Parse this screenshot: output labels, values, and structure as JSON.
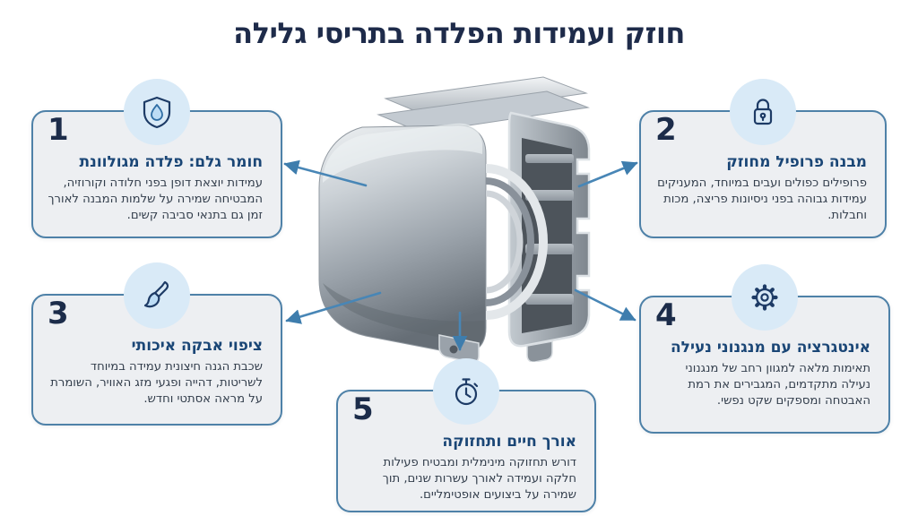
{
  "page": {
    "title": "חוזק ועמידות הפלדה בתריסי גלילה"
  },
  "colors": {
    "title_text": "#1e2b4a",
    "card_border": "#4e81a8",
    "card_background": "#edeff2",
    "icon_circle_background": "#d9eaf7",
    "card_heading": "#1a4676",
    "body_text": "#333e4c",
    "arrow": "#4886b6",
    "icon_stroke": "#1d3b66",
    "icon_accent": "#bcdcf5"
  },
  "center_image": {
    "name": "steel-roller-shutter-profile-3d",
    "description_icon": "metal-profile-illustration"
  },
  "cards": [
    {
      "number": "1",
      "icon": "shield-drop-icon",
      "title": "חומר גלם: פלדה מגולוונת",
      "body": "עמידות יוצאת דופן בפני חלודה וקורוזיה, המבטיחה שמירה על שלמות המבנה לאורך זמן גם בתנאי סביבה קשים."
    },
    {
      "number": "2",
      "icon": "lock-icon",
      "title": "מבנה פרופיל מחוזק",
      "body": "פרופילים כפולים ועבים במיוחד, המעניקים עמידות גבוהה בפני ניסיונות פריצה, מכות וחבלות."
    },
    {
      "number": "3",
      "icon": "paintbrush-icon",
      "title": "ציפוי אבקה איכותי",
      "body": "שכבת הגנה חיצונית עמידה במיוחד לשריטות, דהייה ופגעי מזג האוויר, השומרת על מראה אסתטי וחדש."
    },
    {
      "number": "4",
      "icon": "gear-icon",
      "title": "אינטגרציה עם מנגנוני נעילה",
      "body": "תאימות מלאה למגוון רחב של מנגנוני נעילה מתקדמים, המגבירים את רמת האבטחה ומספקים שקט נפשי."
    },
    {
      "number": "5",
      "icon": "stopwatch-icon",
      "title": "אורך חיים ותחזוקה",
      "body": "דורש תחזוקה מינימלית ומבטיח פעילות חלקה ועמידה לאורך עשרות שנים, תוך שמירה על ביצועים אופטימליים."
    }
  ]
}
